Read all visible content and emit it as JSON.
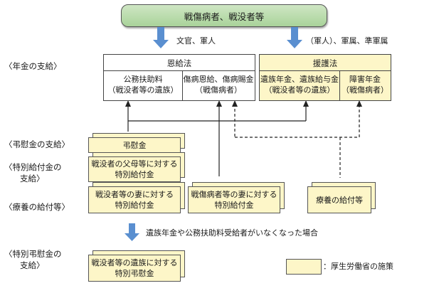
{
  "top_title": "戦傷病者、戦没者等",
  "arrow_left_label": "文官、軍人",
  "arrow_right_label": "（軍人）、軍属、準軍属",
  "left_labels": {
    "pension": "〈年金の支給〉",
    "condolence": "〈弔慰金の支給〉",
    "special_benefit_line1": "〈特別給付金の",
    "special_benefit_line2": "支給〉",
    "care": "〈療養の給付等〉",
    "special_condolence_line1": "〈特別弔慰金の",
    "special_condolence_line2": "支給〉"
  },
  "onkyu": {
    "title": "恩給法",
    "col1_line1": "公務扶助料",
    "col1_line2": "（戦没者等の遺族）",
    "col2_line1": "傷病恩給、傷病賜金",
    "col2_line2": "（戦傷病者）"
  },
  "engo": {
    "title": "援護法",
    "col1_line1": "遺族年金、遺族給与金",
    "col1_line2": "（戦没者等の遺族）",
    "col2_line1": "障害年金",
    "col2_line2": "（戦傷病者）"
  },
  "boxes": {
    "choikin": "弔慰金",
    "parents_line1": "戦没者の父母等に対する",
    "parents_line2": "特別給付金",
    "wives_dead_line1": "戦没者等の妻に対する",
    "wives_dead_line2": "特別給付金",
    "wives_injured_line1": "戦傷病者等の妻に対する",
    "wives_injured_line2": "特別給付金",
    "ryoyo": "療養の給付等",
    "special_choikin_line1": "戦没者等の遺族に対する",
    "special_choikin_line2": "特別弔慰金"
  },
  "bottom_arrow_label": "遺族年金や公務扶助料受給者がいなくなった場合",
  "legend_label": "：厚生労働省の施策",
  "colors": {
    "header_green": "#b9dcaa",
    "arrow_blue": "#5a8fd0",
    "policy_yellow": "#fdf6c8"
  }
}
